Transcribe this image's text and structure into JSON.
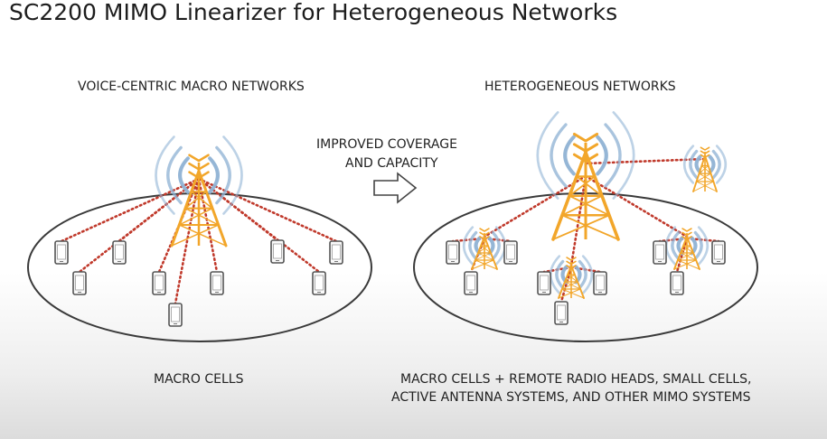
{
  "title": "SC2200 MIMO Linearizer for Heterogeneous Networks",
  "left_panel": {
    "heading": "VOICE-CENTRIC MACRO NETWORKS",
    "caption": "MACRO CELLS"
  },
  "arrow": {
    "label_line1": "IMPROVED COVERAGE",
    "label_line2": "AND CAPACITY"
  },
  "right_panel": {
    "heading": "HETEROGENEOUS NETWORKS",
    "caption_line1": "MACRO CELLS + REMOTE RADIO HEADS, SMALL CELLS,",
    "caption_line2": "ACTIVE ANTENNA SYSTEMS, AND OTHER MIMO SYSTEMS"
  },
  "colors": {
    "tower": "#f2a62a",
    "signal_wave": "#8fb2d4",
    "link_dots": "#c0392b",
    "cell_outline": "#3a3a3a",
    "phone": "#555555"
  },
  "icons": [
    "cell-tower-icon",
    "signal-wave-icon",
    "mobile-phone-icon",
    "right-arrow-icon"
  ]
}
